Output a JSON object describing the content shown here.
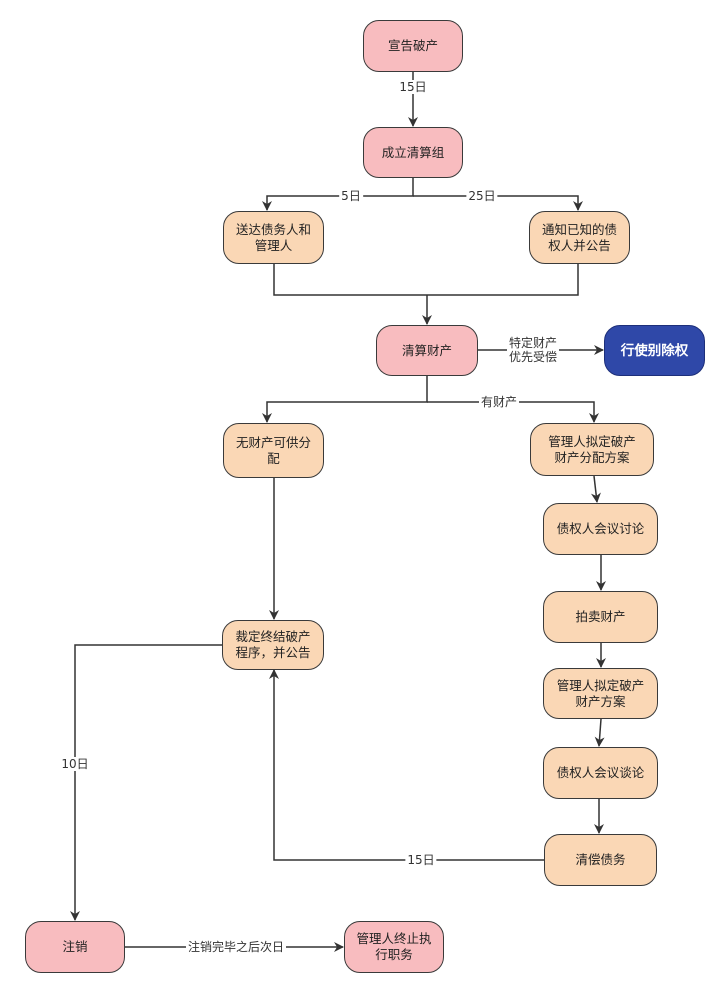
{
  "colors": {
    "pink_node": "#f8bcbf",
    "peach_node": "#fad7b5",
    "blue_node": "#2f48a8",
    "line": "#333333"
  },
  "nodes": {
    "declare_bankruptcy": "宣告破产",
    "form_liquidation_group": "成立清算组",
    "serve_debtor_admin": "送达债务人和\n管理人",
    "notify_creditors": "通知已知的债\n权人并公告",
    "liquidate_property": "清算财产",
    "exercise_separation_right": "行使别除权",
    "no_property": "无财产可供分\n配",
    "admin_draft_plan": "管理人拟定破产\n财产分配方案",
    "creditors_meeting_discuss": "债权人会议讨论",
    "auction_property": "拍卖财产",
    "admin_draft_plan_2": "管理人拟定破产\n财产方案",
    "creditors_meeting_discuss_2": "债权人会议谈论",
    "pay_debts": "清偿债务",
    "rule_terminate": "裁定终结破产\n程序，并公告",
    "deregister": "注销",
    "admin_terminate_duty": "管理人终止执\n行职务"
  },
  "edge_labels": {
    "declare_to_group": "15日",
    "group_to_serve": "5日",
    "group_to_notify": "25日",
    "priority_payment": "特定财产\n优先受偿",
    "has_property": "有财产",
    "terminate_to_deregister": "10日",
    "pay_to_terminate": "15日",
    "deregister_to_admin": "注销完毕之后次日"
  }
}
